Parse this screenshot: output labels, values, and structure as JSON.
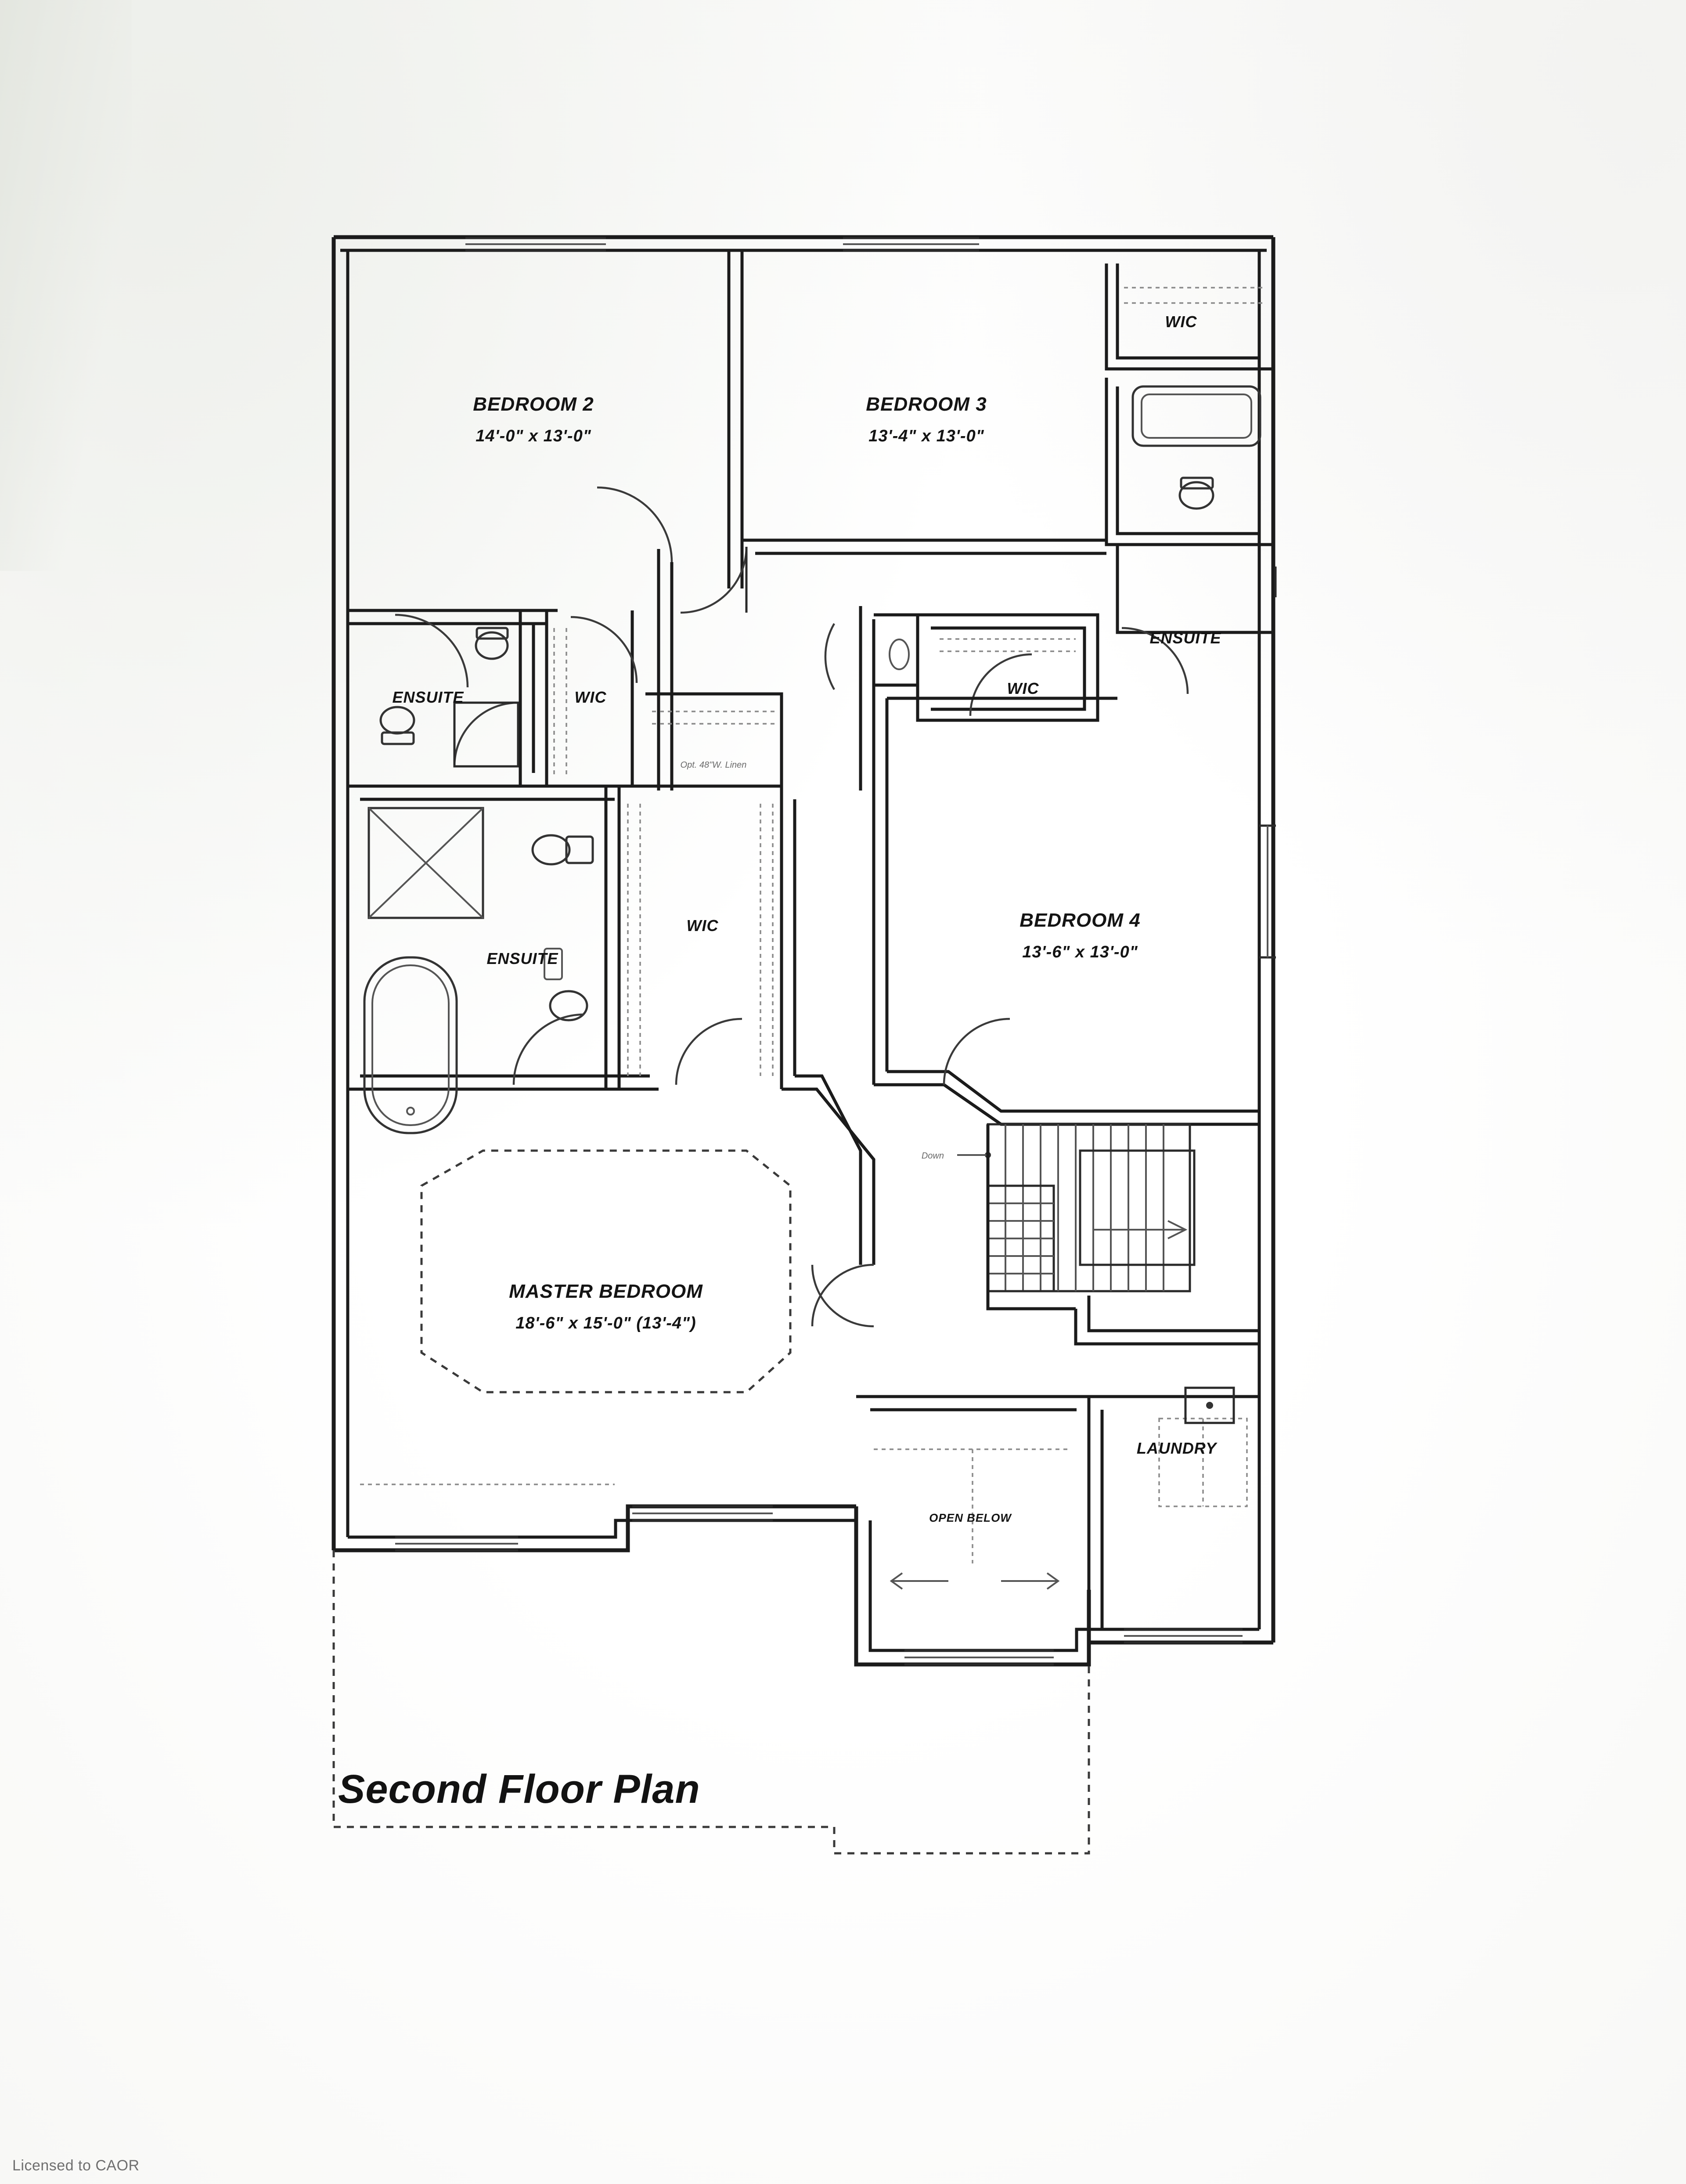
{
  "document": {
    "title": "Second Floor Plan",
    "footer_credit": "Licensed to CAOR",
    "sheet_bg": "#ffffff",
    "line_color": "#1b1b1b"
  },
  "rooms": [
    {
      "id": "bedroom2",
      "name": "BEDROOM 2",
      "dimensions": "14'-0\" x 13'-0\""
    },
    {
      "id": "bedroom3",
      "name": "BEDROOM 3",
      "dimensions": "13'-4\" x 13'-0\""
    },
    {
      "id": "bedroom4",
      "name": "BEDROOM 4",
      "dimensions": "13'-6\" x 13'-0\""
    },
    {
      "id": "master",
      "name": "MASTER BEDROOM",
      "dimensions": "18'-6\" x 15'-0\" (13'-4\")"
    }
  ],
  "spaces": {
    "ensuite_bed2": "ENSUITE",
    "ensuite_bed3": "ENSUITE",
    "ensuite_master": "ENSUITE",
    "wic_bed2": "WIC",
    "wic_bed3": "WIC",
    "wic_top_right": "WIC",
    "wic_master": "WIC",
    "laundry": "LAUNDRY",
    "open_below": "OPEN BELOW",
    "linen_note": "Opt. 48\"W. Linen",
    "stair_note": "Down"
  },
  "icons": {
    "toilet": "toilet-icon",
    "sink": "sink-icon",
    "bathtub": "bathtub-icon",
    "shower": "shower-icon",
    "stairs": "stairs-icon",
    "washer": "washer-icon",
    "dryer": "dryer-icon",
    "door_swing": "door-swing-icon",
    "window": "window-icon",
    "closet_shelf": "closet-shelf-icon",
    "arrow": "direction-arrow-icon"
  }
}
